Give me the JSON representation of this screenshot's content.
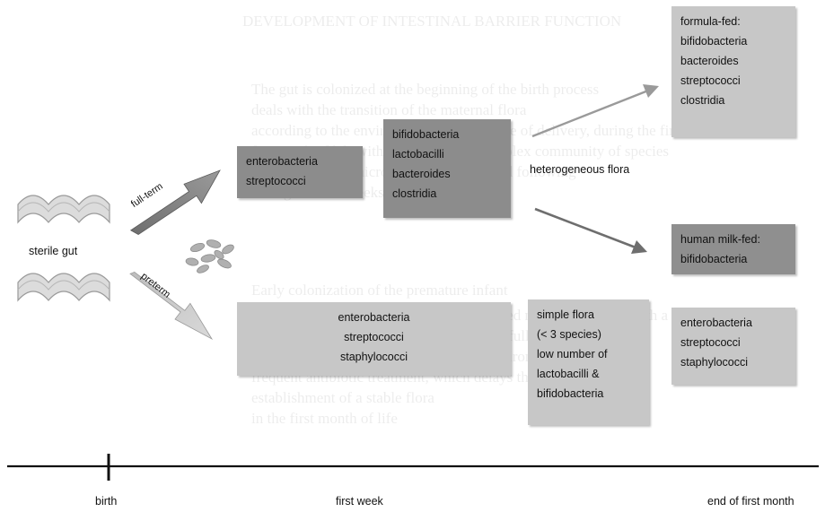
{
  "left": {
    "label": "sterile gut"
  },
  "arrows": {
    "fullterm": "full-term",
    "preterm": "preterm"
  },
  "boxes": {
    "ft_early": [
      "enterobacteria",
      "streptococci"
    ],
    "ft_week": [
      "bifidobacteria",
      "lactobacilli",
      "bacteroides",
      "clostridia"
    ],
    "formula": [
      "formula-fed:",
      "bifidobacteria",
      "bacteroides",
      "streptococci",
      "clostridia"
    ],
    "milk": [
      "human milk-fed:",
      "bifidobacteria"
    ],
    "pre_early": [
      "enterobacteria",
      "streptococci",
      "staphylococci"
    ],
    "simple": [
      "simple flora",
      "(< 3 species)",
      "low number of",
      "lactobacilli &",
      "bifidobacteria"
    ],
    "pre_late": [
      "enterobacteria",
      "streptococci",
      "staphylococci"
    ]
  },
  "hetero": "heterogeneous flora",
  "timeline": {
    "birth": "birth",
    "first_week": "first week",
    "end_month": "end of first month"
  },
  "background_text": [
    "DEVELOPMENT OF INTESTINAL BARRIER FUNCTION",
    "The gut is colonized at the beginning of the birth process",
    "deals with the transition of the maternal flora",
    "according to the environment and the mode of delivery, during the first",
    "first week of life with formation of a complex community of species",
    "and the relevant microbiota are established following",
    "during the first weeks of postnatal life",
    "Early colonization of the premature infant",
    "The intestine of preterm infants is colonized more slowly and with a",
    "limited number of species compared with full-term infants",
    "because of the neonatal intensive care environment and",
    "frequent antibiotic treatment, which delays the",
    "establishment of a stable flora",
    "in the first month of life"
  ]
}
